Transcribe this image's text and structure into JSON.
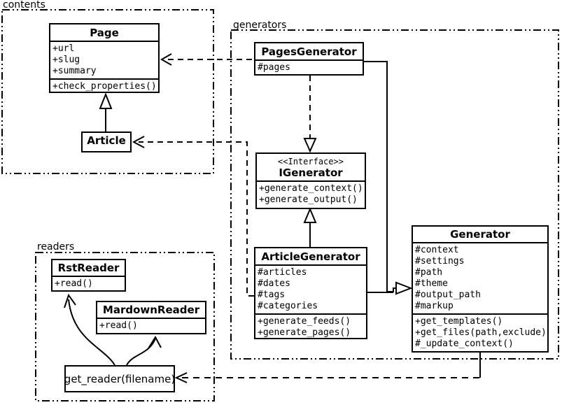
{
  "packages": {
    "contents": {
      "label": "contents"
    },
    "generators": {
      "label": "generators"
    },
    "readers": {
      "label": "readers"
    }
  },
  "classes": {
    "page": {
      "title": "Page",
      "attributes": [
        "+url",
        "+slug",
        "+summary"
      ],
      "methods": [
        "+check_properties()"
      ]
    },
    "article": {
      "title": "Article"
    },
    "pages_generator": {
      "title": "PagesGenerator",
      "attributes": [
        "#pages"
      ]
    },
    "igenerator": {
      "stereotype": "<<Interface>>",
      "title": "IGenerator",
      "methods": [
        "+generate_context()",
        "+generate_output()"
      ]
    },
    "article_generator": {
      "title": "ArticleGenerator",
      "attributes": [
        "#articles",
        "#dates",
        "#tags",
        "#categories"
      ],
      "methods": [
        "+generate_feeds()",
        "+generate_pages()"
      ]
    },
    "generator": {
      "title": "Generator",
      "attributes": [
        "#context",
        "#settings",
        "#path",
        "#theme",
        "#output_path",
        "#markup"
      ],
      "methods": [
        "+get_templates()",
        "+get_files(path,exclude)",
        "#_update_context()"
      ]
    },
    "rst_reader": {
      "title": "RstReader",
      "methods": [
        "+read()"
      ]
    },
    "mardown_reader": {
      "title": "MardownReader",
      "methods": [
        "+read()"
      ]
    },
    "get_reader": {
      "label": "get_reader(filename)"
    }
  },
  "edges": [
    {
      "from": "Article",
      "to": "Page",
      "type": "inheritance"
    },
    {
      "from": "PagesGenerator",
      "to": "Page",
      "type": "dependency"
    },
    {
      "from": "ArticleGenerator",
      "to": "Article",
      "type": "dependency"
    },
    {
      "from": "PagesGenerator",
      "to": "IGenerator",
      "type": "realization"
    },
    {
      "from": "ArticleGenerator",
      "to": "IGenerator",
      "type": "realization"
    },
    {
      "from": "PagesGenerator",
      "to": "Generator",
      "type": "inheritance"
    },
    {
      "from": "ArticleGenerator",
      "to": "Generator",
      "type": "inheritance"
    },
    {
      "from": "Generator",
      "to": "get_reader(filename)",
      "type": "dependency"
    },
    {
      "from": "get_reader(filename)",
      "to": "RstReader",
      "type": "arrow"
    },
    {
      "from": "get_reader(filename)",
      "to": "MardownReader",
      "type": "arrow"
    }
  ],
  "colors": {
    "line": "#000000",
    "background": "#ffffff",
    "box_fill": "#ffffff",
    "text": "#000000"
  }
}
